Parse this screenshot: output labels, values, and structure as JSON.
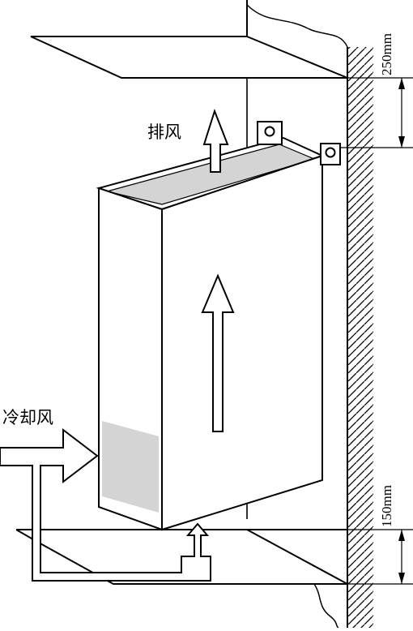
{
  "labels": {
    "exhaust_air": "排风",
    "cooling_air": "冷却风",
    "top_clearance": "250mm",
    "bottom_clearance": "150mm"
  },
  "colors": {
    "line": "#000000",
    "vent_fill": "#d4d4d4",
    "background": "#ffffff"
  }
}
